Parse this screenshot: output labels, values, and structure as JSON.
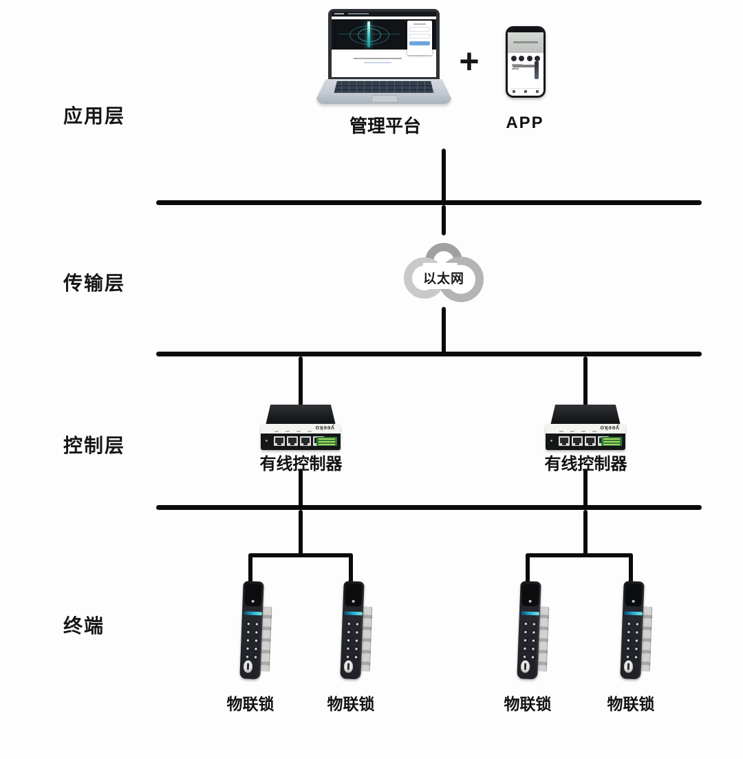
{
  "layers": [
    {
      "id": "application",
      "label": "应用层"
    },
    {
      "id": "transmission",
      "label": "传输层"
    },
    {
      "id": "control",
      "label": "控制层"
    },
    {
      "id": "terminal",
      "label": "终端"
    }
  ],
  "application_layer": {
    "platform_label": "管理平台",
    "plus_sign": "+",
    "app_label": "APP"
  },
  "transmission_layer": {
    "cloud_label": "以太网"
  },
  "control_layer": {
    "brand": "yeeko",
    "controllers": [
      {
        "label": "有线控制器"
      },
      {
        "label": "有线控制器"
      }
    ]
  },
  "terminal_layer": {
    "locks": [
      {
        "label": "物联锁"
      },
      {
        "label": "物联锁"
      },
      {
        "label": "物联锁"
      },
      {
        "label": "物联锁"
      }
    ]
  },
  "icons": {
    "laptop": "laptop-illustration",
    "smartphone": "smartphone-illustration",
    "cloud": "ethernet-cloud-icon",
    "controller": "wired-controller-illustration",
    "lock": "iot-lock-illustration"
  },
  "colors": {
    "background": "#fdfdfd",
    "line": "#0a0a0a",
    "text": "#141414",
    "cloud_gray": "#b4b4b4",
    "controller_body": "#141618",
    "controller_sticker_green": "#2f7a33",
    "lock_accent_blue": "#2fb6d9",
    "login_button_blue": "#6aa7dc"
  }
}
